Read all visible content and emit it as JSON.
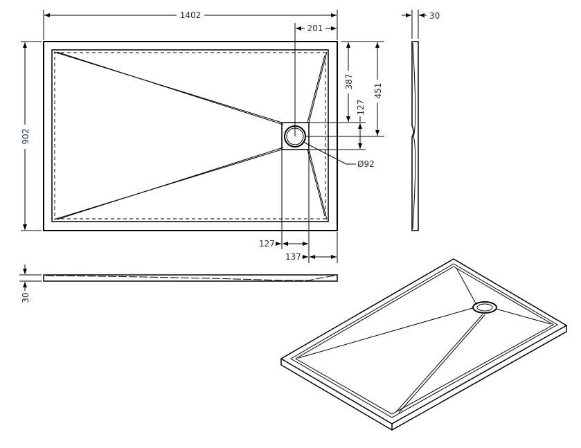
{
  "title": "Shower tray technical drawing",
  "dimensions": {
    "width": "1402",
    "drain_from_right": "201",
    "thickness_side": "30",
    "drain_center_from_top_a": "387",
    "drain_center_from_top_b": "451",
    "drain_square": "127",
    "depth": "902",
    "drain_diameter": "Ø92",
    "drain_square_bottom": "127",
    "drain_square_from_right": "137",
    "thickness_front": "30"
  },
  "colors": {
    "lines": "#000000",
    "text": "#1b2a4a"
  }
}
